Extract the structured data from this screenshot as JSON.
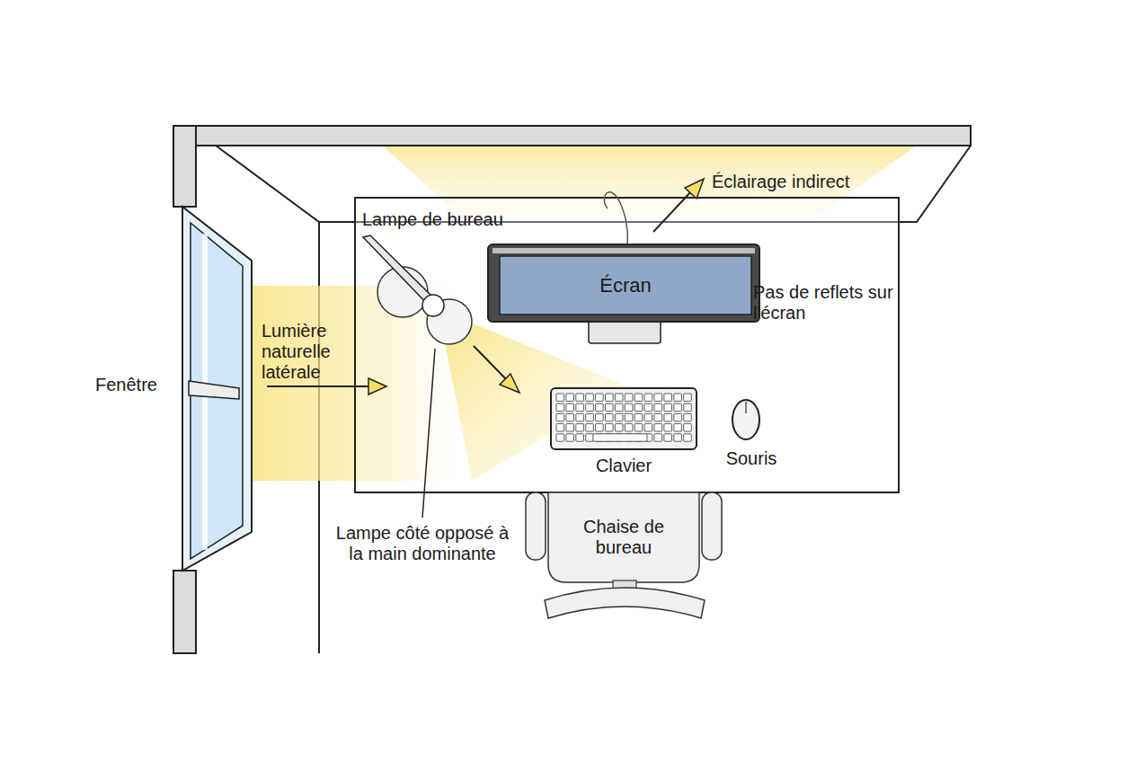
{
  "diagram": {
    "nodes": [
      {
        "text": [
          "Écran"
        ]
      },
      {
        "text": [
          "Chaise de bureau"
        ]
      }
    ],
    "labels": [
      "Lampe de bureau",
      "Éclairage indirect",
      "Pas de reflets sur l'écran",
      "Lumière naturelle latérale",
      "Fenêtre",
      "Clavier",
      "Souris",
      "Lampe côté opposé à la main dominante"
    ]
  }
}
